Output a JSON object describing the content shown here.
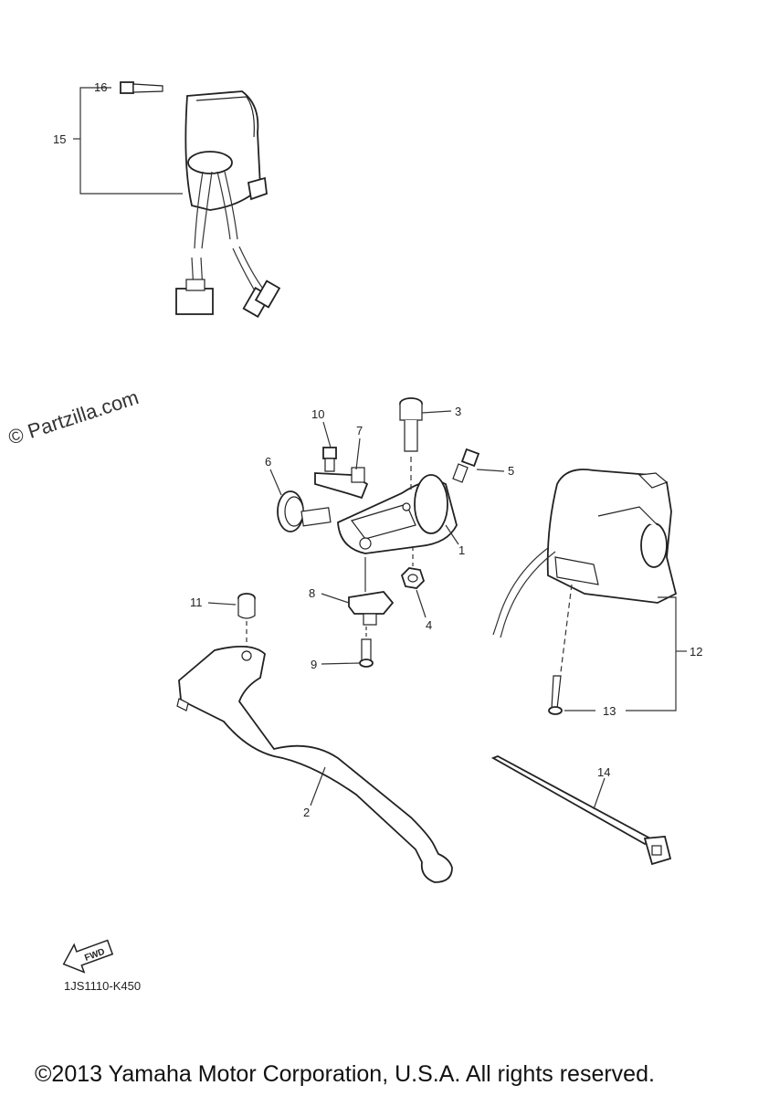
{
  "watermark": "© Partzilla.com",
  "reference_code": "1JS1110-K450",
  "fwd_label": "FWD",
  "copyright": "©2013 Yamaha Motor Corporation, U.S.A. All rights reserved.",
  "callouts": [
    "1",
    "2",
    "3",
    "4",
    "5",
    "6",
    "7",
    "8",
    "9",
    "10",
    "11",
    "12",
    "13",
    "14",
    "15",
    "16"
  ]
}
